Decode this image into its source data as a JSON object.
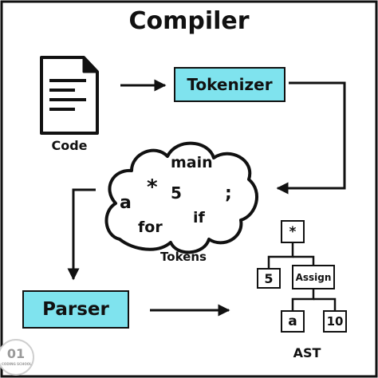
{
  "title": "Compiler",
  "code": {
    "label": "Code"
  },
  "tokenizer": {
    "label": "Tokenizer"
  },
  "tokens": {
    "label": "Tokens",
    "items": [
      "main",
      "*",
      "5",
      ";",
      "a",
      "for",
      "if"
    ]
  },
  "parser": {
    "label": "Parser"
  },
  "ast": {
    "label": "AST",
    "nodes": [
      "*",
      "5",
      "Assign",
      "a",
      "10"
    ]
  },
  "logo": {
    "text": "01",
    "tagline": "CODING SCHOOL"
  },
  "colors": {
    "accent": "#7FE3EE",
    "ink": "#111111",
    "background": "#ffffff"
  }
}
